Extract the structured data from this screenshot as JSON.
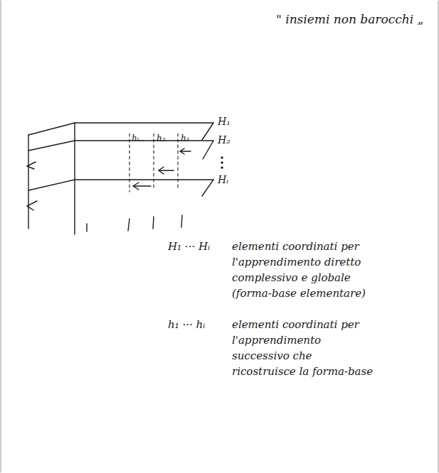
{
  "diagram": {
    "title": "\" insiemi non barocchi „",
    "labels": [
      "H₁",
      "H₂",
      "Hᵢ",
      "hᵢ..",
      "h₂",
      "h₁",
      "H₁ ··· Hᵢ",
      "elementi coordinati per l'apprendimento diretto complessivo e globale (forma-base elementare)",
      "h₁ ··· hᵢ",
      "elementi coordinati per l'apprendimento successivo che ricostruisce la forma-base"
    ]
  }
}
